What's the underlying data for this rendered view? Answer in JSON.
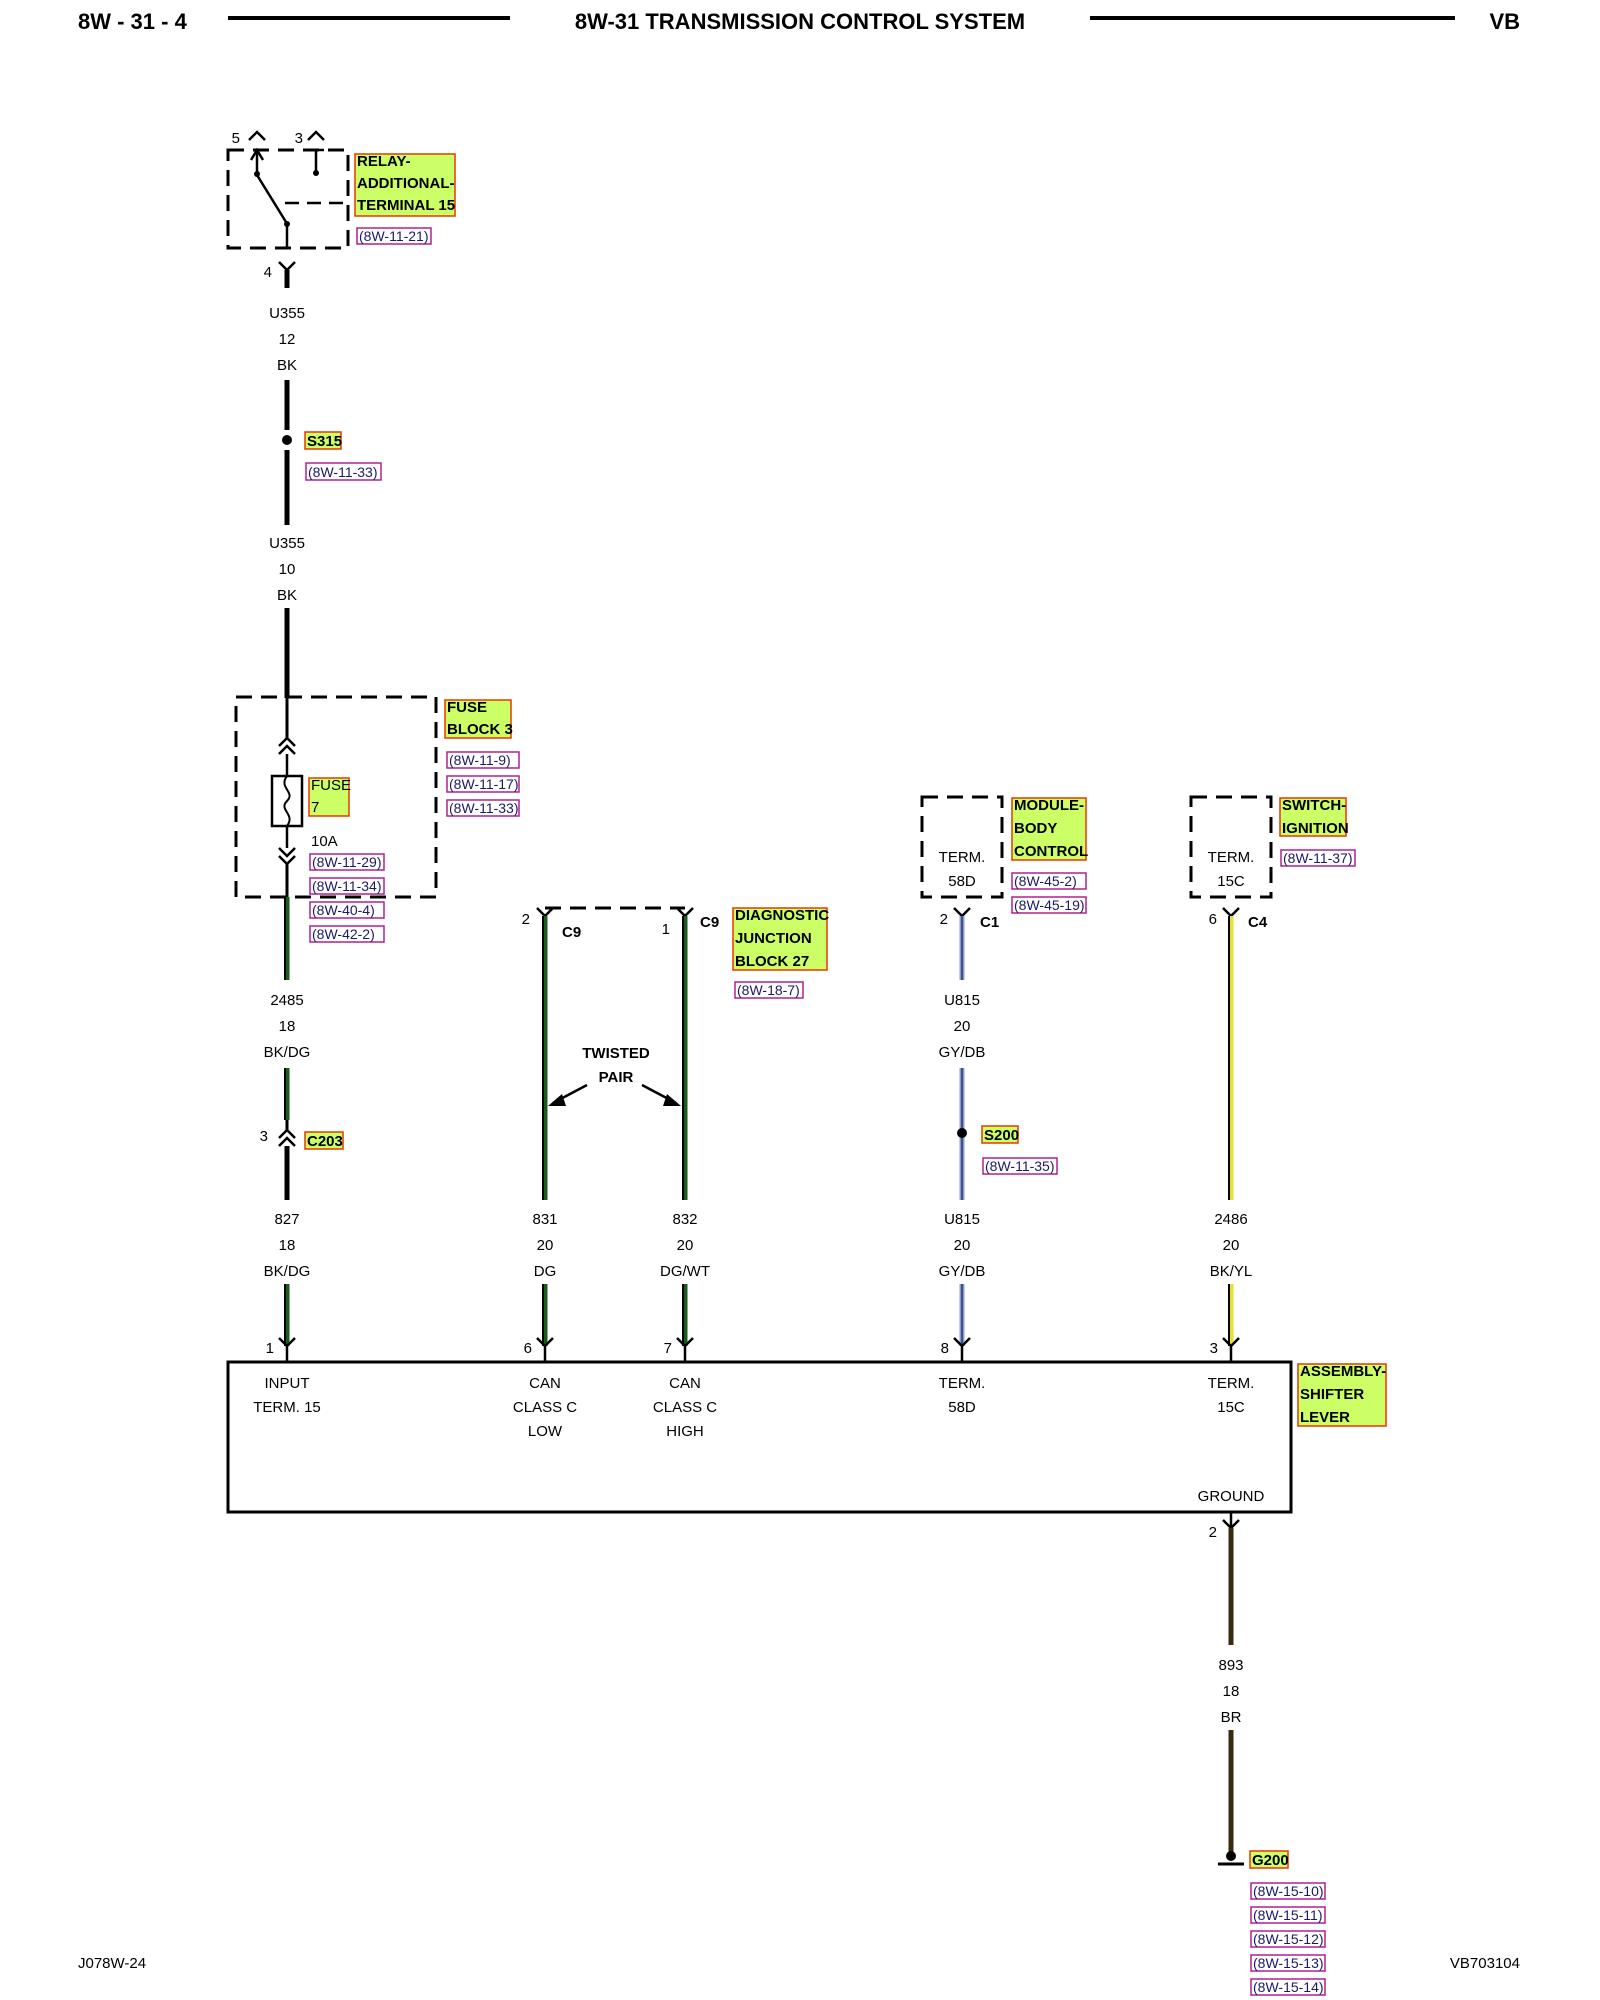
{
  "header": {
    "page_id": "8W - 31 - 4",
    "title": "8W-31 TRANSMISSION CONTROL SYSTEM",
    "code": "VB"
  },
  "footer": {
    "left": "J078W-24",
    "right": "VB703104"
  },
  "components": {
    "relay": {
      "name": "RELAY-\nADDITIONAL-\nTERMINAL 15",
      "refs": [
        "8W-11-21"
      ],
      "pins": [
        "5",
        "3",
        "4"
      ]
    },
    "s315": {
      "name": "S315",
      "refs": [
        "8W-11-33"
      ]
    },
    "fuse_block": {
      "name": "FUSE\nBLOCK 3",
      "refs": [
        "8W-11-9",
        "8W-11-17",
        "8W-11-33"
      ]
    },
    "fuse": {
      "name": "FUSE\n7",
      "rating": "10A",
      "refs": [
        "8W-11-29",
        "8W-11-34",
        "8W-40-4",
        "8W-42-2"
      ]
    },
    "c203": {
      "name": "C203",
      "pin": "3"
    },
    "diag_junction": {
      "name": "DIAGNOSTIC\nJUNCTION\nBLOCK 27",
      "refs": [
        "8W-18-7"
      ],
      "conn": "C9",
      "pin_low": "2",
      "pin_high": "1"
    },
    "twisted_pair": "TWISTED\nPAIR",
    "body_module": {
      "name": "MODULE-\nBODY\nCONTROL",
      "refs": [
        "8W-45-2",
        "8W-45-19"
      ],
      "terminal": "TERM.\n58D",
      "conn": "C1",
      "pin": "2"
    },
    "s200": {
      "name": "S200",
      "refs": [
        "8W-11-35"
      ]
    },
    "ignition": {
      "name": "SWITCH-\nIGNITION",
      "refs": [
        "8W-11-37"
      ],
      "terminal": "TERM.\n15C",
      "conn": "C4",
      "pin": "6"
    },
    "shifter": {
      "name": "ASSEMBLY-\nSHIFTER\nLEVER",
      "terminals": [
        {
          "pin": "1",
          "label": "INPUT\nTERM. 15"
        },
        {
          "pin": "6",
          "label": "CAN\nCLASS C\nLOW"
        },
        {
          "pin": "7",
          "label": "CAN\nCLASS C\nHIGH"
        },
        {
          "pin": "8",
          "label": "TERM.\n58D"
        },
        {
          "pin": "3",
          "label": "TERM.\n15C"
        }
      ],
      "ground": "GROUND",
      "ground_pin": "2"
    },
    "g200": {
      "name": "G200",
      "refs": [
        "8W-15-10",
        "8W-15-11",
        "8W-15-12",
        "8W-15-13",
        "8W-15-14"
      ]
    }
  },
  "wires": {
    "u355_a": [
      "U355",
      "12",
      "BK"
    ],
    "u355_b": [
      "U355",
      "10",
      "BK"
    ],
    "w2485": [
      "2485",
      "18",
      "BK/DG"
    ],
    "w827": [
      "827",
      "18",
      "BK/DG"
    ],
    "w831": [
      "831",
      "20",
      "DG"
    ],
    "w832": [
      "832",
      "20",
      "DG/WT"
    ],
    "u815_a": [
      "U815",
      "20",
      "GY/DB"
    ],
    "u815_b": [
      "U815",
      "20",
      "GY/DB"
    ],
    "w2486": [
      "2486",
      "20",
      "BK/YL"
    ],
    "w893": [
      "893",
      "18",
      "BR"
    ]
  },
  "colors": {
    "bk": "#000000",
    "dg": "#1a5c1a",
    "gy_db": "#8899cc",
    "yl": "#e8e030",
    "br": "#3a2a10",
    "highlight": "#ccff66",
    "ref_border": "#b0208f"
  }
}
